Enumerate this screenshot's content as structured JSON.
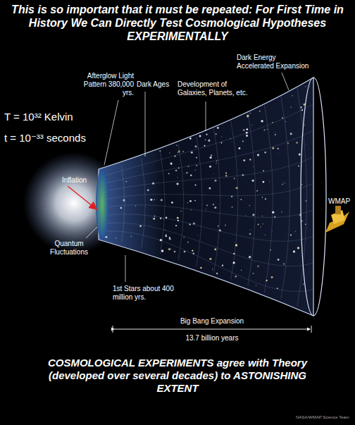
{
  "diagram": {
    "title": "This is so important that it must be repeated: For First Time in History We Can Directly Test Cosmological Hypotheses EXPERIMENTALLY",
    "caption": "COSMOLOGICAL EXPERIMENTS agree with Theory (developed over several decades) to ASTONISHING EXTENT",
    "labels": [
      "T = 10³² Kelvin",
      "t = 10⁻³³ seconds",
      "Inflation",
      "Quantum Fluctuations",
      "Afterglow Light Pattern 380,000 yrs.",
      "Dark Ages",
      "Development of Galaxies, Planets, etc.",
      "Dark Energy Accelerated Expansion",
      "WMAP",
      "1st Stars about 400 million yrs.",
      "Big Bang Expansion",
      "13.7 billion years",
      "NASA/WMAP Science Team"
    ]
  }
}
